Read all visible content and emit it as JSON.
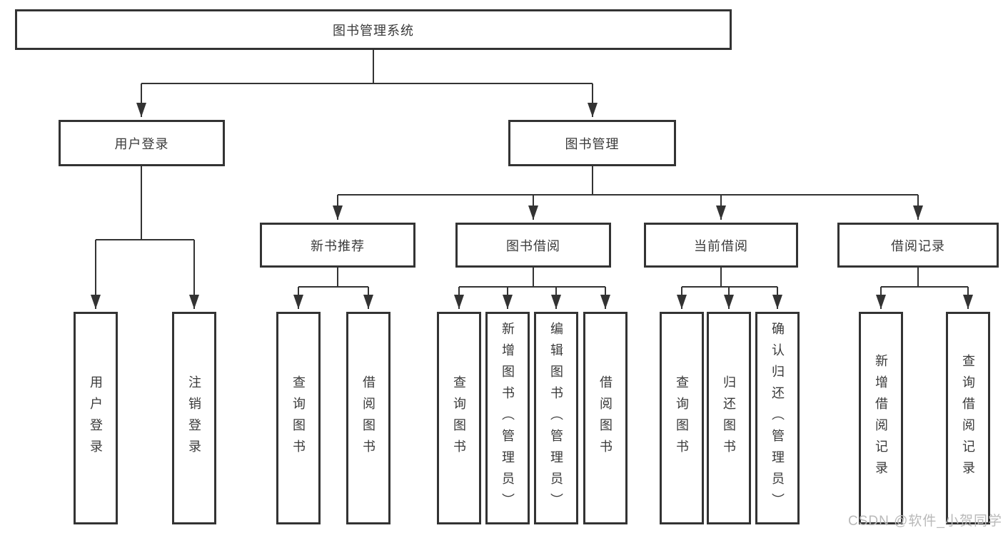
{
  "diagram": {
    "root": {
      "label": "图书管理系统"
    },
    "branches": [
      {
        "label": "用户登录",
        "children": [
          {
            "label": "用户登录"
          },
          {
            "label": "注销登录"
          }
        ]
      },
      {
        "label": "图书管理",
        "children": [
          {
            "label": "新书推荐",
            "children": [
              {
                "label": "查询图书"
              },
              {
                "label": "借阅图书"
              }
            ]
          },
          {
            "label": "图书借阅",
            "children": [
              {
                "label": "查询图书"
              },
              {
                "label": "新增图书（管理员）"
              },
              {
                "label": "编辑图书（管理员）"
              },
              {
                "label": "借阅图书"
              }
            ]
          },
          {
            "label": "当前借阅",
            "children": [
              {
                "label": "查询图书"
              },
              {
                "label": "归还图书"
              },
              {
                "label": "确认归还（管理员）"
              }
            ]
          },
          {
            "label": "借阅记录",
            "children": [
              {
                "label": "新增借阅记录"
              },
              {
                "label": "查询借阅记录"
              }
            ]
          }
        ]
      }
    ]
  },
  "watermark": {
    "text": "CSDN @软件_小贺同学"
  },
  "colors": {
    "line": "#333333",
    "text": "#3a3a3a",
    "watermark": "#b9b9b9",
    "background": "#ffffff"
  }
}
